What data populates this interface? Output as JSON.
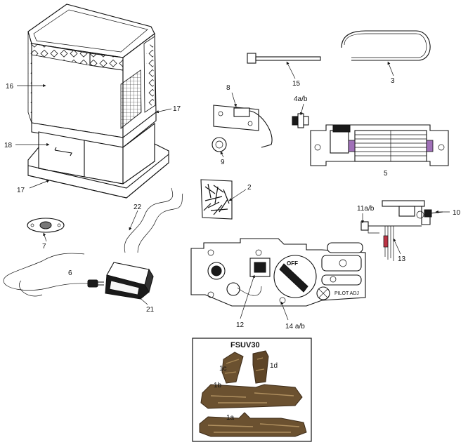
{
  "panel": {
    "title": "FSUV30"
  },
  "labels": {
    "p16": "16",
    "p17a": "17",
    "p18": "18",
    "p17b": "17",
    "p15": "15",
    "p3": "3",
    "p8": "8",
    "p4ab": "4a/b",
    "p9": "9",
    "p5": "5",
    "p2": "2",
    "p22": "22",
    "p7": "7",
    "p6": "6",
    "p21": "21",
    "p11ab": "11a/b",
    "p10": "10",
    "p13": "13",
    "p12": "12",
    "p14ab": "14 a/b",
    "p1c": "1c",
    "p1d": "1d",
    "p1b": "1b",
    "p1a": "1a"
  },
  "valve": {
    "knob_text": "OFF",
    "side_text": "PILOT ADJ"
  }
}
